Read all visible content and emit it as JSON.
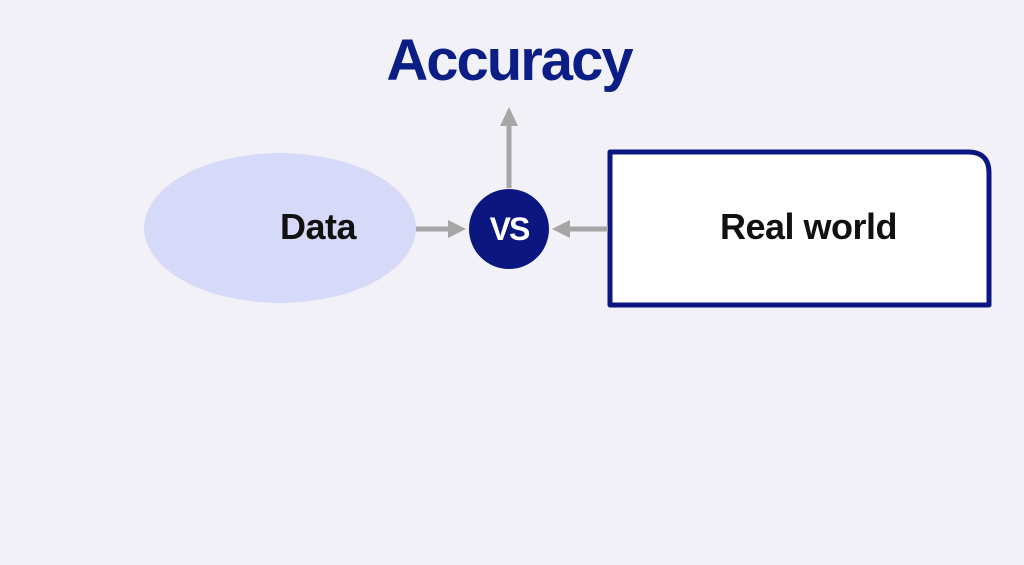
{
  "diagram": {
    "title": "Accuracy",
    "left_node": {
      "label": "Data"
    },
    "center_node": {
      "label": "VS"
    },
    "right_node": {
      "label": "Real world"
    }
  },
  "colors": {
    "background": "#f2f1f7",
    "title": "#0b1e86",
    "ellipse_fill": "#d6daf8",
    "vs_circle": "#0b1680",
    "box_border": "#0b1680",
    "box_fill": "#ffffff",
    "arrow": "#a6a6a6",
    "node_text": "#111111"
  }
}
